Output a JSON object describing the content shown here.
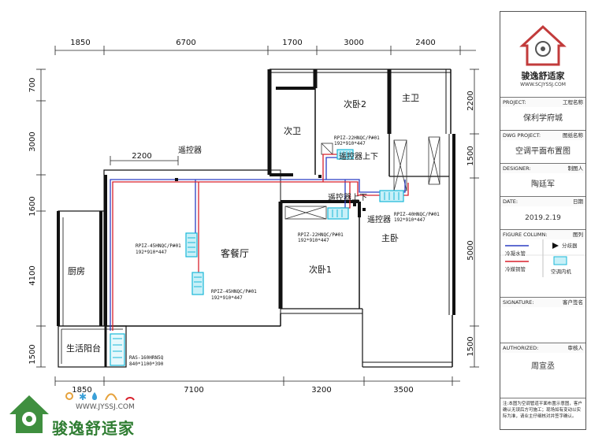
{
  "dimensions": {
    "top": [
      "1850",
      "6700",
      "1700",
      "3000",
      "2400"
    ],
    "top_inner": "2200",
    "bottom": [
      "1850",
      "7100",
      "3200",
      "3500"
    ],
    "left": [
      "700",
      "3000",
      "1600",
      "4100",
      "1500"
    ],
    "right": [
      "2200",
      "1500",
      "5000",
      "1500"
    ]
  },
  "rooms": {
    "second_bath": "次卫",
    "second_bedroom_2": "次卧2",
    "master_bath": "主卫",
    "living_dining": "客餐厅",
    "second_bedroom_1": "次卧1",
    "master_bedroom": "主卧",
    "kitchen": "厨房",
    "utility_balcony": "生活阳台"
  },
  "labels": {
    "remote_1": "遥控器",
    "remote_2": "遥控器上下",
    "remote_3": "遥控器上下",
    "remote_4": "遥控器"
  },
  "units": {
    "u_bed2_model": "RPIZ-22HNQC/P#01",
    "u_bed2_size": "192*910*447",
    "u_master_model": "RPIZ-40HNQC/P#01",
    "u_master_size": "192*910*447",
    "u_bed1_model": "RPIZ-22HNQC/P#01",
    "u_bed1_size": "192*910*447",
    "u_living1_model": "RPIZ-45HNQC/P#01",
    "u_living1_size": "192*910*447",
    "u_living2_model": "RPIZ-45HNQC/P#01",
    "u_living2_size": "192*910*447",
    "outdoor_model": "RAS-160HRN5Q",
    "outdoor_size": "840*1100*390"
  },
  "title_block": {
    "brand": "骏逸舒适家",
    "url": "WWW.SCJYSSJ.COM",
    "project_en": "PROJECT:",
    "project_cn": "工程名称",
    "project_value": "保利学府城",
    "dwg_en": "DWG PROJECT:",
    "dwg_cn": "图纸名称",
    "dwg_value": "空调平面布置图",
    "designer_en": "DESIGNER:",
    "designer_cn": "制图人",
    "designer_value": "陶廷军",
    "date_en": "DATE:",
    "date_cn": "日期",
    "date_value": "2019.2.19",
    "figure_en": "FIGURE COLUMN:",
    "figure_cn": "图列",
    "legend_water": "冷凝水管",
    "legend_splitter": "分歧器",
    "legend_refrigerant": "冷媒铜管",
    "legend_indoor": "空调内机",
    "sign_en": "SIGNATURE:",
    "sign_cn": "客户签名",
    "auth_en": "AUTHORIZED:",
    "auth_cn": "审核人",
    "auth_value": "周宣丞",
    "note": "注:本图为空调管道平面布置示意图，客户确认无误后方可施工；现场如有变动以实际为准，请业主仔细核对并签字确认。"
  },
  "footer": {
    "url": "WWW.JYSSJ.COM",
    "brand": "骏逸舒适家"
  },
  "colors": {
    "wall": "#111111",
    "refrigerant_pipe": "#d8202c",
    "water_pipe": "#2b3fc4",
    "indoor_unit": "#19b8d8",
    "dimension_line": "#222222",
    "brand_green": "#2f7d32"
  }
}
